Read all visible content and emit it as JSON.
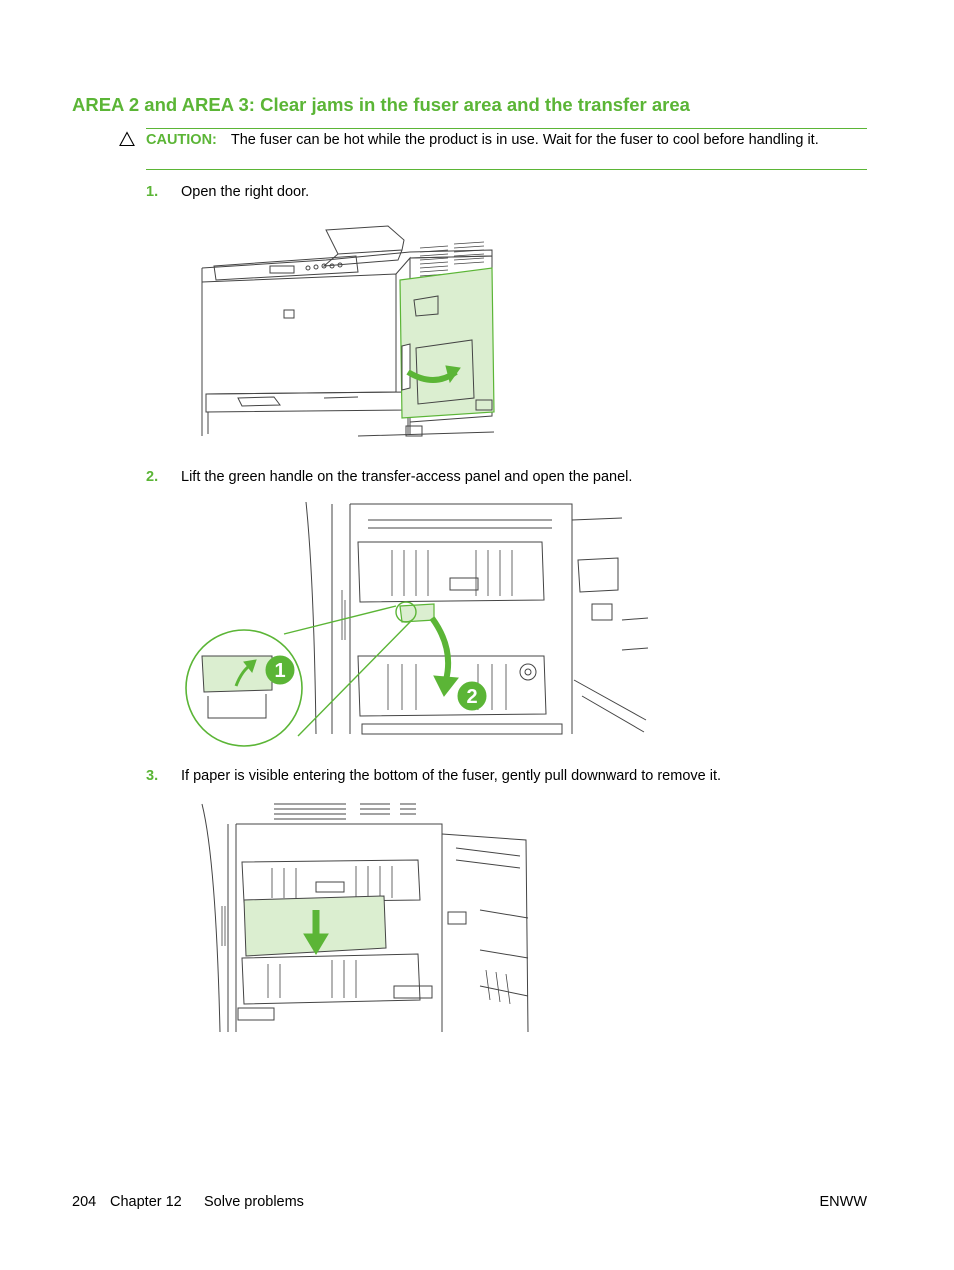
{
  "section": {
    "heading": "AREA 2 and AREA 3: Clear jams in the fuser area and the transfer area"
  },
  "caution": {
    "label": "CAUTION:",
    "text": "The fuser can be hot while the product is in use. Wait for the fuser to cool before handling it."
  },
  "steps": [
    {
      "number": "1.",
      "text": "Open the right door."
    },
    {
      "number": "2.",
      "text": "Lift the green handle on the transfer-access panel and open the panel."
    },
    {
      "number": "3.",
      "text": "If paper is visible entering the bottom of the fuser, gently pull downward to remove it."
    }
  ],
  "callouts": {
    "one": "1",
    "two": "2"
  },
  "footer": {
    "page_number": "204",
    "chapter": "Chapter 12",
    "chapter_title": "Solve problems",
    "right": "ENWW"
  },
  "colors": {
    "accent": "#5bb536",
    "highlight_fill": "#dbeed0",
    "line_art": "#444444"
  }
}
